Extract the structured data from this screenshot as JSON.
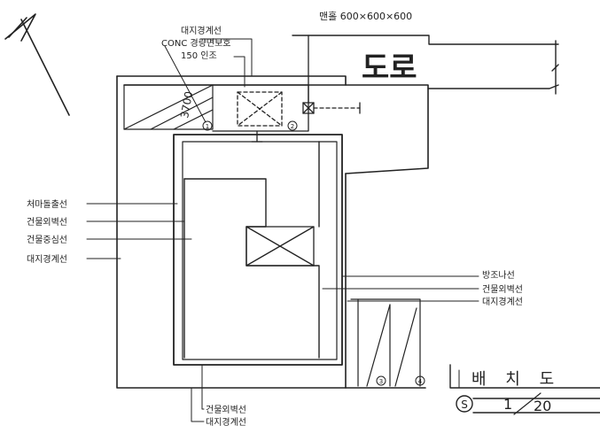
{
  "labels": {
    "boundary_top": "대지경계선",
    "concrete": "CONC 경량면보호",
    "cut_size": "150 인조",
    "manhole": "맨홀 600×600×600",
    "road": "도로",
    "dim_3700": "3700",
    "circle_1": "1",
    "circle_2": "2",
    "eave_line": "처마돌출선",
    "outer_wall": "건물외벽선",
    "center_line": "건물중심선",
    "boundary_left": "대지경계선",
    "gutter_line": "방조나선",
    "outer_wall_right": "건물외벽선",
    "boundary_right": "대지경계선",
    "circle_3": "3",
    "circle_4": "4",
    "outer_wall_bottom": "건물외벽선",
    "boundary_bottom": "대지경계선",
    "title": "배 치 도",
    "scale_symbol": "S",
    "scale_prefix": "1",
    "scale_denom": "20"
  },
  "icons": [
    "north-arrow-icon",
    "manhole-icon",
    "scale-circle-icon"
  ]
}
